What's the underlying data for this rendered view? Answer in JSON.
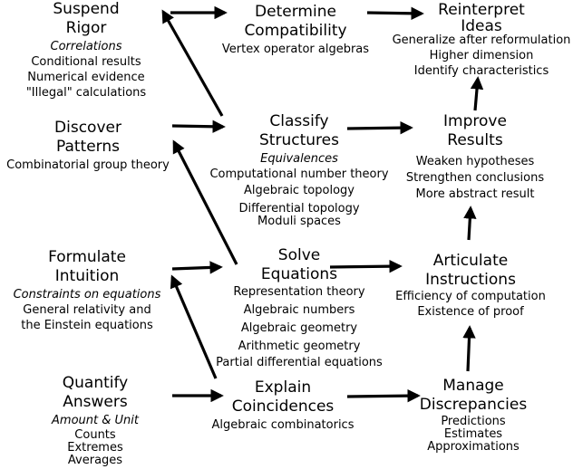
{
  "nodes": {
    "suspend": {
      "title": [
        "Suspend",
        "Rigor"
      ],
      "italic": "Correlations",
      "items": [
        "Conditional results",
        "Numerical evidence",
        "\"Illegal\" calculations"
      ]
    },
    "determine": {
      "title": [
        "Determine",
        "Compatibility"
      ],
      "items": [
        "Vertex operator algebras"
      ]
    },
    "reinterpret": {
      "title": [
        "Reinterpret",
        "Ideas"
      ],
      "items": [
        "Generalize after reformulation",
        "Higher dimension",
        "Identify characteristics"
      ]
    },
    "discover": {
      "title": [
        "Discover",
        "Patterns"
      ],
      "items": [
        "Combinatorial group theory"
      ]
    },
    "classify": {
      "title": [
        "Classify",
        "Structures"
      ],
      "italic": "Equivalences",
      "items": [
        "Computational number theory",
        "Algebraic topology",
        "Differential topology",
        "Moduli spaces"
      ]
    },
    "improve": {
      "title": [
        "Improve",
        "Results"
      ],
      "items": [
        "Weaken hypotheses",
        "Strengthen conclusions",
        "More abstract result"
      ]
    },
    "formulate": {
      "title": [
        "Formulate",
        "Intuition"
      ],
      "italic": "Constraints on equations",
      "items": [
        "General relativity and",
        "the Einstein equations"
      ]
    },
    "solve": {
      "title": [
        "Solve",
        "Equations"
      ],
      "items": [
        "Representation theory",
        "Algebraic numbers",
        "Algebraic geometry",
        "Arithmetic geometry",
        "Partial differential equations"
      ]
    },
    "articulate": {
      "title": [
        "Articulate",
        "Instructions"
      ],
      "items": [
        "Efficiency of computation",
        "Existence of proof"
      ]
    },
    "quantify": {
      "title": [
        "Quantify",
        "Answers"
      ],
      "italic": "Amount & Unit",
      "items": [
        "Counts",
        "Extremes",
        "Averages"
      ]
    },
    "explain": {
      "title": [
        "Explain",
        "Coincidences"
      ],
      "items": [
        "Algebraic combinatorics"
      ]
    },
    "manage": {
      "title": [
        "Manage",
        "Discrepancies"
      ],
      "items": [
        "Predictions",
        "Estimates",
        "Approximations"
      ]
    }
  }
}
